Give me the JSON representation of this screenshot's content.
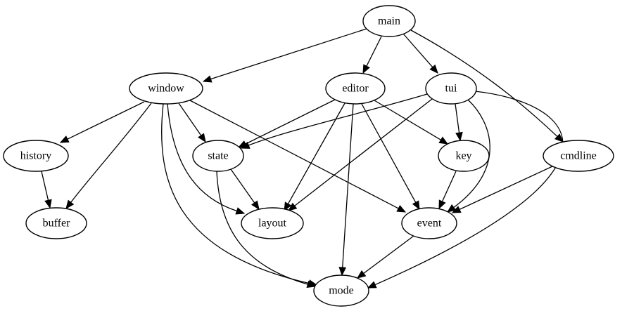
{
  "graph": {
    "nodes": [
      {
        "id": "main",
        "label": "main"
      },
      {
        "id": "window",
        "label": "window"
      },
      {
        "id": "editor",
        "label": "editor"
      },
      {
        "id": "tui",
        "label": "tui"
      },
      {
        "id": "history",
        "label": "history"
      },
      {
        "id": "state",
        "label": "state"
      },
      {
        "id": "key",
        "label": "key"
      },
      {
        "id": "cmdline",
        "label": "cmdline"
      },
      {
        "id": "buffer",
        "label": "buffer"
      },
      {
        "id": "layout",
        "label": "layout"
      },
      {
        "id": "event",
        "label": "event"
      },
      {
        "id": "mode",
        "label": "mode"
      }
    ],
    "edges": [
      {
        "from": "main",
        "to": "window"
      },
      {
        "from": "main",
        "to": "editor"
      },
      {
        "from": "main",
        "to": "tui"
      },
      {
        "from": "main",
        "to": "cmdline"
      },
      {
        "from": "window",
        "to": "history"
      },
      {
        "from": "window",
        "to": "buffer"
      },
      {
        "from": "window",
        "to": "state"
      },
      {
        "from": "window",
        "to": "layout"
      },
      {
        "from": "window",
        "to": "mode"
      },
      {
        "from": "window",
        "to": "event"
      },
      {
        "from": "editor",
        "to": "state"
      },
      {
        "from": "editor",
        "to": "layout"
      },
      {
        "from": "editor",
        "to": "mode"
      },
      {
        "from": "editor",
        "to": "event"
      },
      {
        "from": "editor",
        "to": "key"
      },
      {
        "from": "tui",
        "to": "state"
      },
      {
        "from": "tui",
        "to": "layout"
      },
      {
        "from": "tui",
        "to": "key"
      },
      {
        "from": "tui",
        "to": "event"
      },
      {
        "from": "tui",
        "to": "mode"
      },
      {
        "from": "history",
        "to": "buffer"
      },
      {
        "from": "state",
        "to": "layout"
      },
      {
        "from": "state",
        "to": "mode"
      },
      {
        "from": "key",
        "to": "event"
      },
      {
        "from": "cmdline",
        "to": "event"
      },
      {
        "from": "event",
        "to": "mode"
      }
    ]
  }
}
